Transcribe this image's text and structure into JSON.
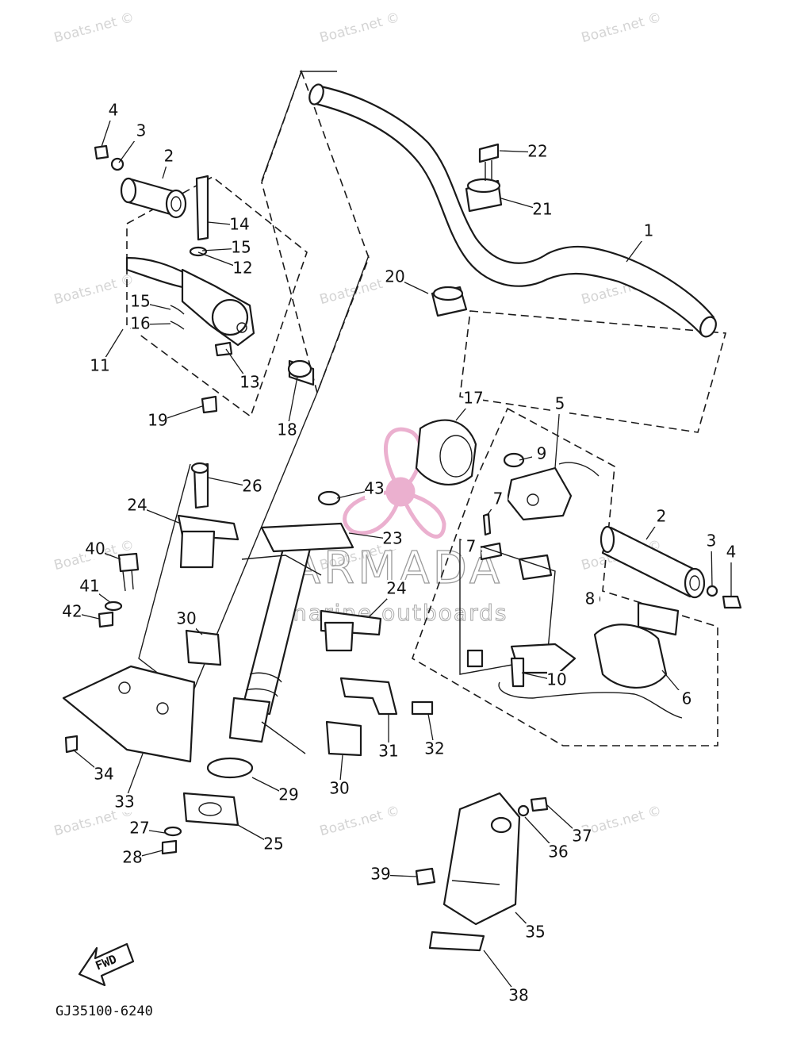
{
  "diagram": {
    "code": "GJ35100-6240",
    "fwd_label": "FWD",
    "watermark": "Boats.net ©",
    "logo": {
      "brand": "ARMADA",
      "tagline": "marine outboards",
      "accent": "#e8a3c7"
    },
    "callouts": [
      "1",
      "2",
      "3",
      "4",
      "2",
      "3",
      "4",
      "5",
      "6",
      "7",
      "7",
      "8",
      "9",
      "10",
      "11",
      "12",
      "13",
      "14",
      "15",
      "15",
      "16",
      "17",
      "18",
      "19",
      "20",
      "21",
      "22",
      "23",
      "24",
      "24",
      "25",
      "26",
      "27",
      "28",
      "29",
      "30",
      "30",
      "31",
      "32",
      "33",
      "34",
      "35",
      "36",
      "37",
      "38",
      "39",
      "40",
      "41",
      "42",
      "43"
    ]
  }
}
